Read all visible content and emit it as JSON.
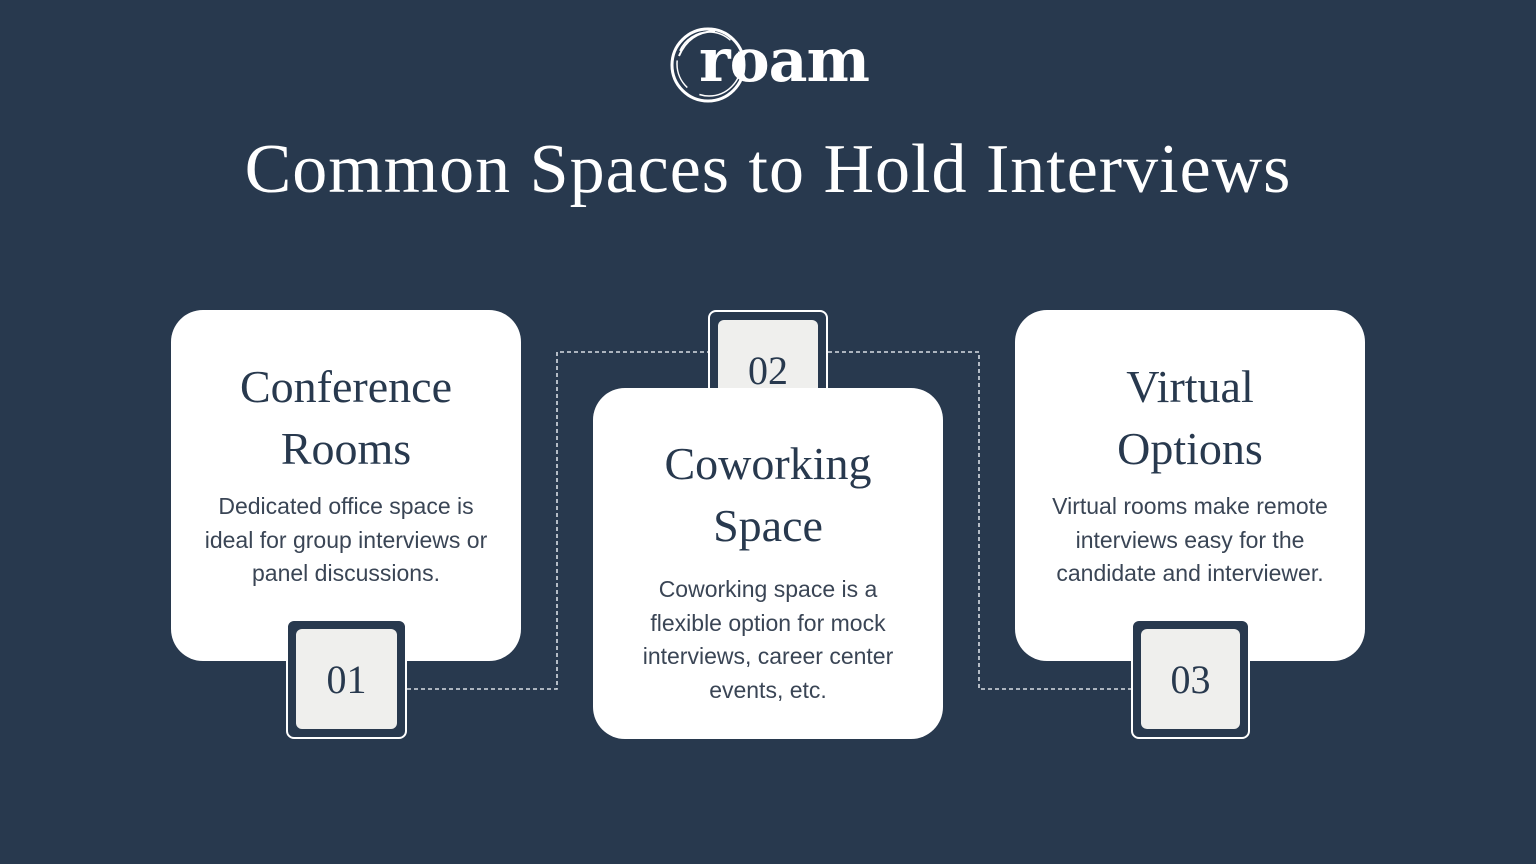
{
  "logo": {
    "text": "roam",
    "icon": "circle-brush-icon"
  },
  "title": "Common Spaces to Hold Interviews",
  "colors": {
    "background": "#28394e",
    "card": "#ffffff",
    "badge": "#efefed",
    "text_dark": "#28394e"
  },
  "items": [
    {
      "number": "01",
      "title": "Conference\nRooms",
      "description": "Dedicated office space is ideal for group interviews or panel discussions."
    },
    {
      "number": "02",
      "title": "Coworking\nSpace",
      "description": "Coworking space is a flexible option for mock interviews, career center events, etc."
    },
    {
      "number": "03",
      "title": "Virtual\nOptions",
      "description": "Virtual rooms make remote interviews easy for the candidate and interviewer."
    }
  ]
}
